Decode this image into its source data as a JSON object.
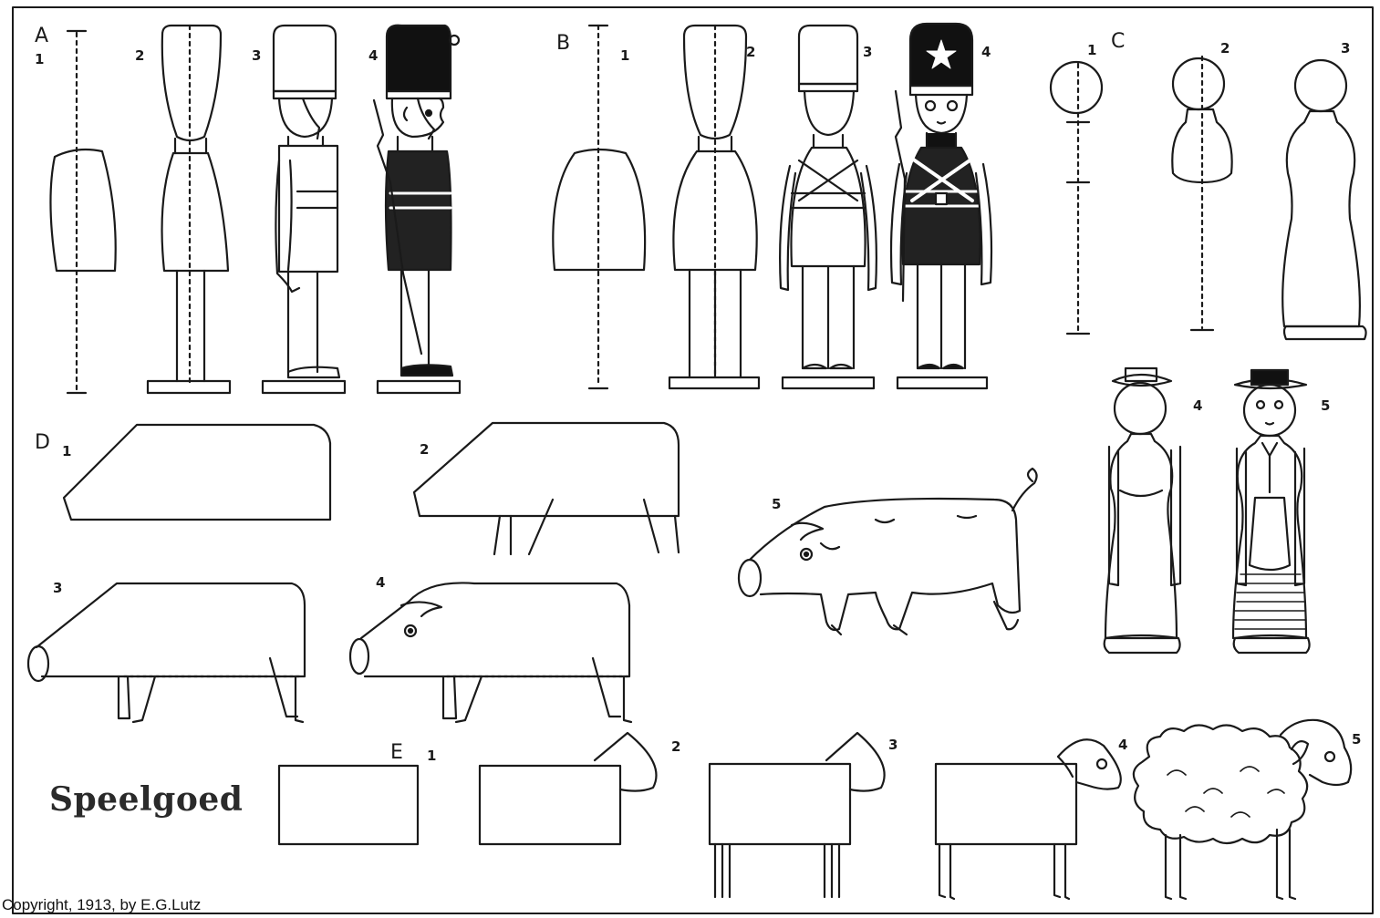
{
  "title": "Speelgoed",
  "copyright": "Copyright, 1913, by E.G.Lutz",
  "sections": {
    "A": {
      "letter": "A",
      "steps": [
        "1",
        "2",
        "3",
        "4"
      ]
    },
    "B": {
      "letter": "B",
      "steps": [
        "1",
        "2",
        "3",
        "4"
      ]
    },
    "C": {
      "letter": "C",
      "steps": [
        "1",
        "2",
        "3",
        "4",
        "5"
      ]
    },
    "D": {
      "letter": "D",
      "steps": [
        "1",
        "2",
        "3",
        "4",
        "5"
      ]
    },
    "E": {
      "letter": "E",
      "steps": [
        "1",
        "2",
        "3",
        "4",
        "5"
      ]
    }
  },
  "colors": {
    "ink": "#1a1a1a",
    "paper": "#ffffff"
  }
}
